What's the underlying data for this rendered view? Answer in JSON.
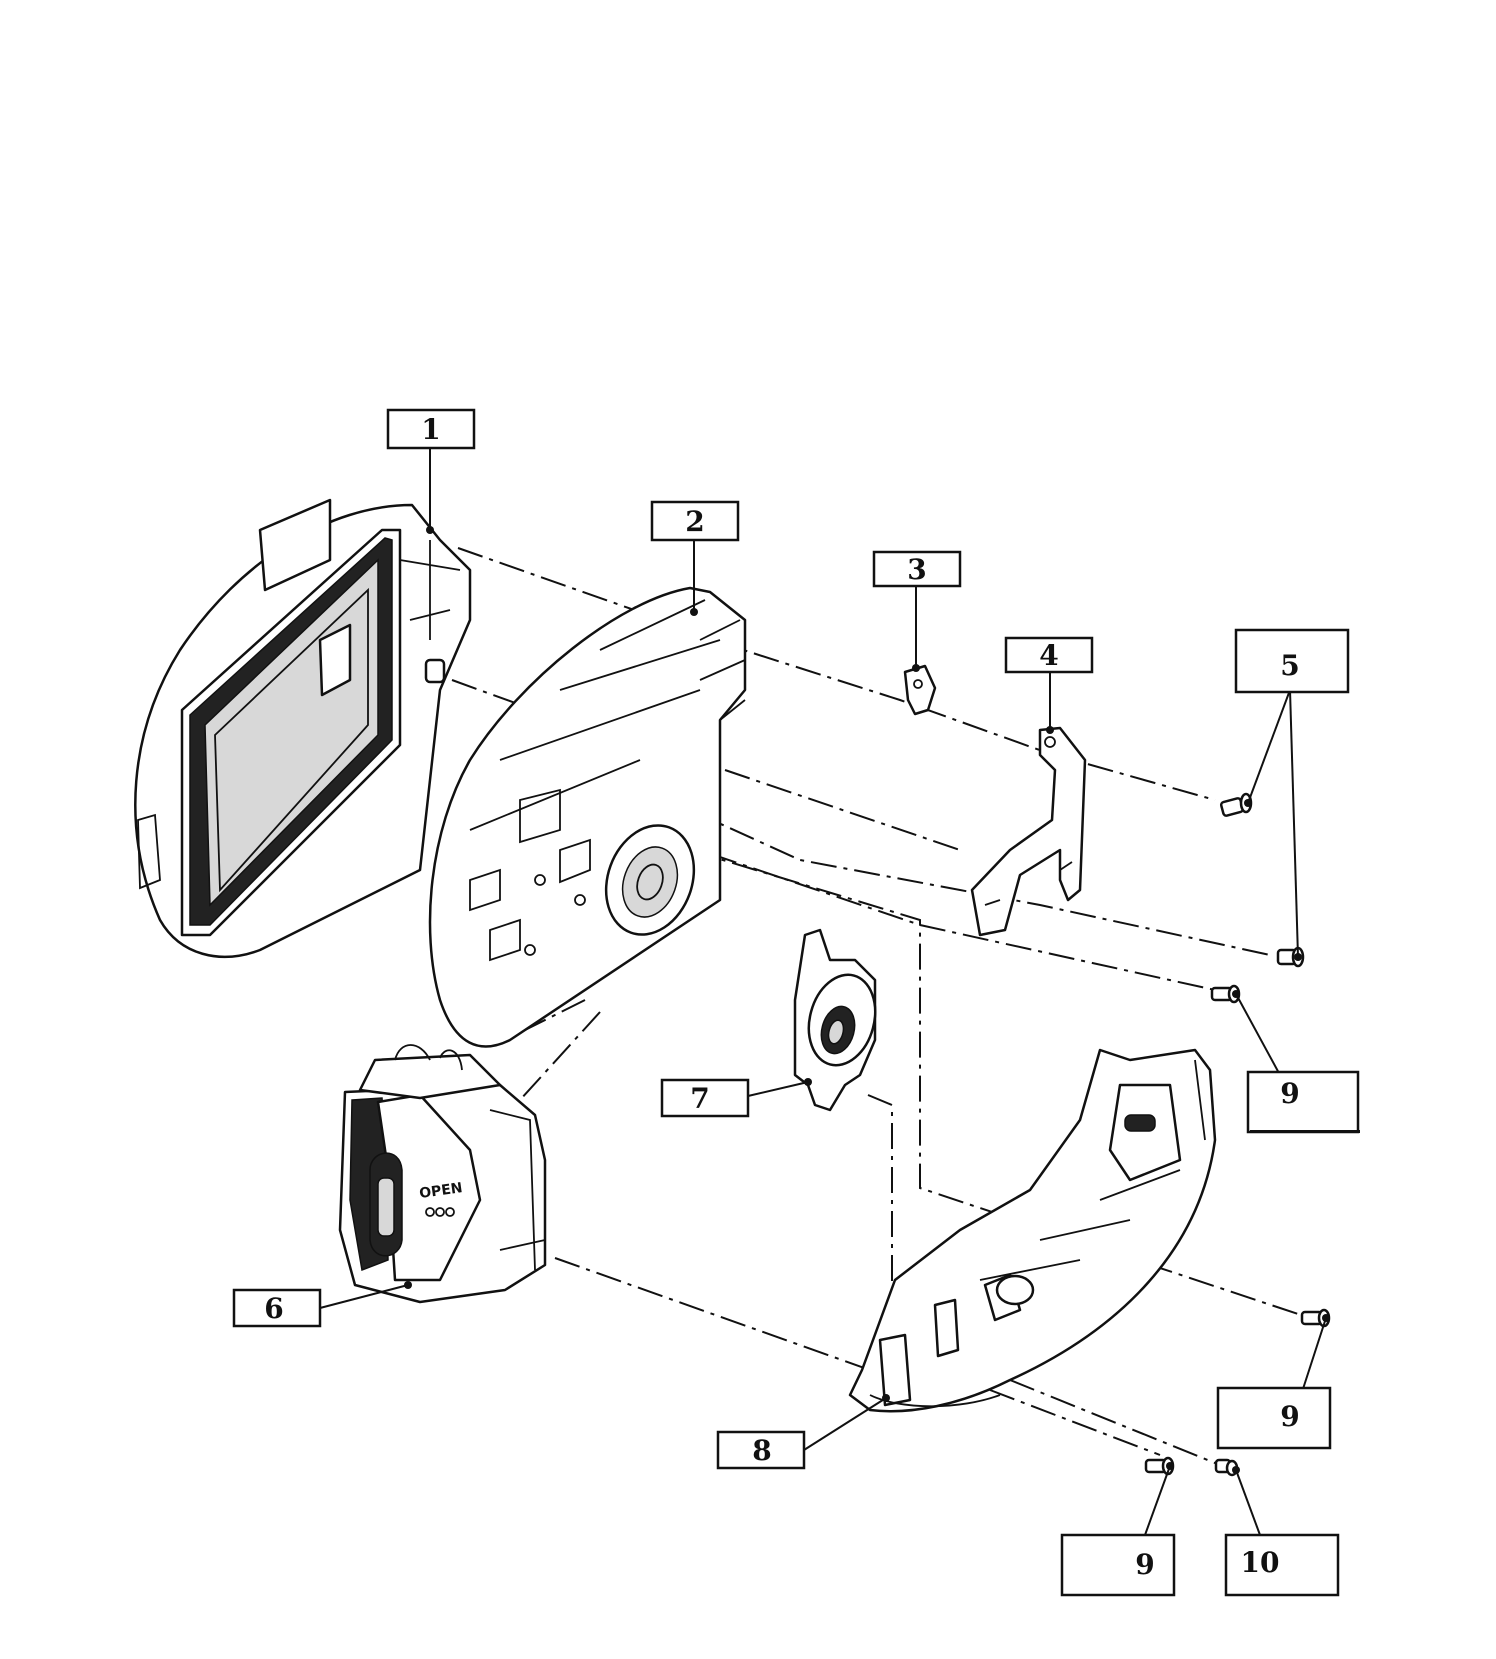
{
  "callouts": [
    {
      "id": "c1",
      "label": "1"
    },
    {
      "id": "c2",
      "label": "2"
    },
    {
      "id": "c3",
      "label": "3"
    },
    {
      "id": "c4",
      "label": "4"
    },
    {
      "id": "c5",
      "label": "5"
    },
    {
      "id": "c6",
      "label": "6"
    },
    {
      "id": "c7",
      "label": "7"
    },
    {
      "id": "c8",
      "label": "8"
    },
    {
      "id": "c9a",
      "label": "9"
    },
    {
      "id": "c9b",
      "label": "9"
    },
    {
      "id": "c9c",
      "label": "9"
    },
    {
      "id": "c10",
      "label": "10"
    }
  ],
  "part_markings": {
    "latch_cover_text": "OPEN"
  }
}
